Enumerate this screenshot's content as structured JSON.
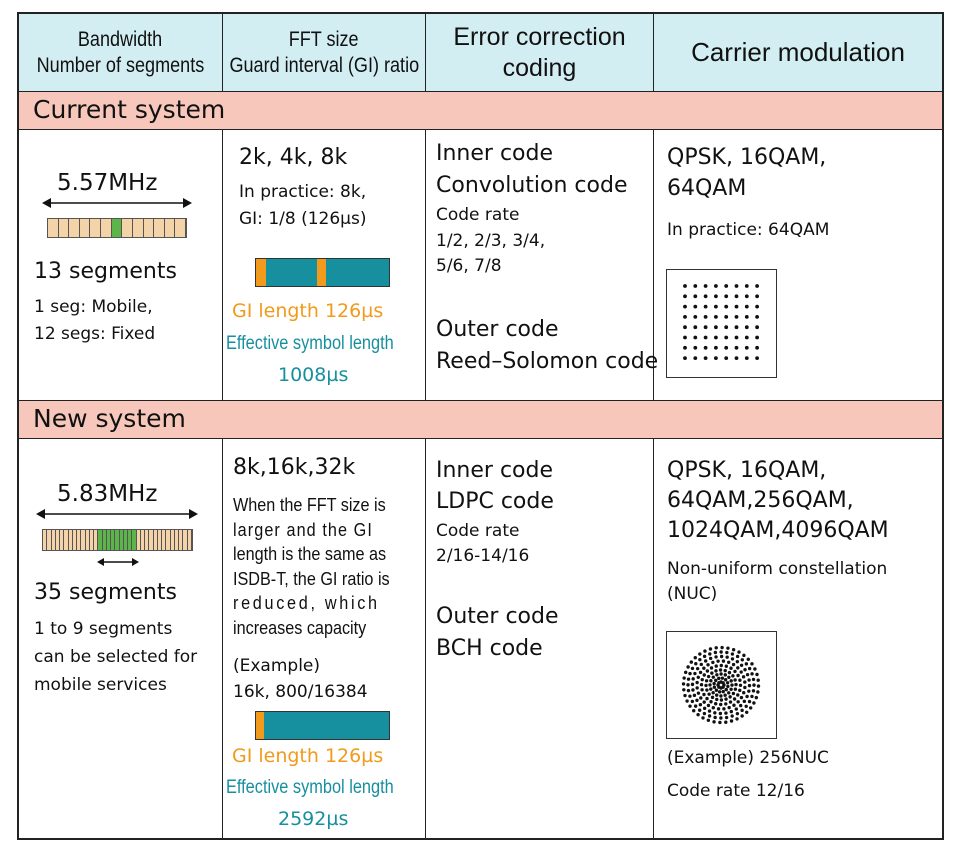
{
  "header": {
    "bandwidth": [
      "Bandwidth",
      "Number of segments"
    ],
    "fft": [
      "FFT size",
      "Guard interval (GI) ratio"
    ],
    "error": [
      "Error correction",
      "coding"
    ],
    "carrier": "Carrier modulation"
  },
  "current": {
    "label": "Current system",
    "bandwidth": {
      "freq": "5.57MHz",
      "segments": "13 segments",
      "note1": "1 seg: Mobile,",
      "note2": "12 segs: Fixed",
      "segment_count": 13
    },
    "fft": {
      "sizes": "2k, 4k, 8k",
      "practice1": "In practice: 8k,",
      "practice2": "GI: 1/8 (126µs)",
      "gi_length": "GI length 126µs",
      "eff_label": "Effective symbol length",
      "eff_value": "1008µs"
    },
    "error": {
      "inner_title": "Inner code",
      "inner_code": "Convolution code",
      "rate_label": "Code rate",
      "rate1": "1/2, 2/3, 3/4,",
      "rate2": "5/6, 7/8",
      "outer_title": "Outer code",
      "outer_code": "Reed–Solomon code"
    },
    "carrier": {
      "mods1": "QPSK, 16QAM,",
      "mods2": "64QAM",
      "practice": "In practice: 64QAM"
    }
  },
  "new": {
    "label": "New system",
    "bandwidth": {
      "freq": "5.83MHz",
      "segments": "35 segments",
      "note1": "1 to 9 segments",
      "note2": "can be selected for",
      "note3": "mobile services",
      "segment_count": 35
    },
    "fft": {
      "sizes": "8k,16k,32k",
      "desc1": "When the FFT size is",
      "desc2": "larger and the GI",
      "desc3": "length is the same as",
      "desc4": "ISDB-T, the GI ratio is",
      "desc5": "reduced, which",
      "desc6": "increases capacity",
      "example_label": "(Example)",
      "example_value": "16k, 800/16384",
      "gi_length": "GI length 126µs",
      "eff_label": "Effective symbol length",
      "eff_value": "2592µs"
    },
    "error": {
      "inner_title": "Inner code",
      "inner_code": "LDPC code",
      "rate_label": "Code rate",
      "rate": "2/16-14/16",
      "outer_title": "Outer code",
      "outer_code": "BCH code"
    },
    "carrier": {
      "mods1": "QPSK, 16QAM,",
      "mods2": "64QAM,256QAM,",
      "mods3": "1024QAM,4096QAM",
      "nuc1": "Non-uniform constellation",
      "nuc2": "(NUC)",
      "example": "(Example) 256NUC",
      "rate": "Code rate 12/16"
    }
  },
  "colors": {
    "header_bg": "#d3eef2",
    "band_bg": "#f7c7bb",
    "segment": "#f5d3a8",
    "segment_active": "#5bb548",
    "gi": "#f29a1b",
    "symbol": "#168f9f"
  }
}
